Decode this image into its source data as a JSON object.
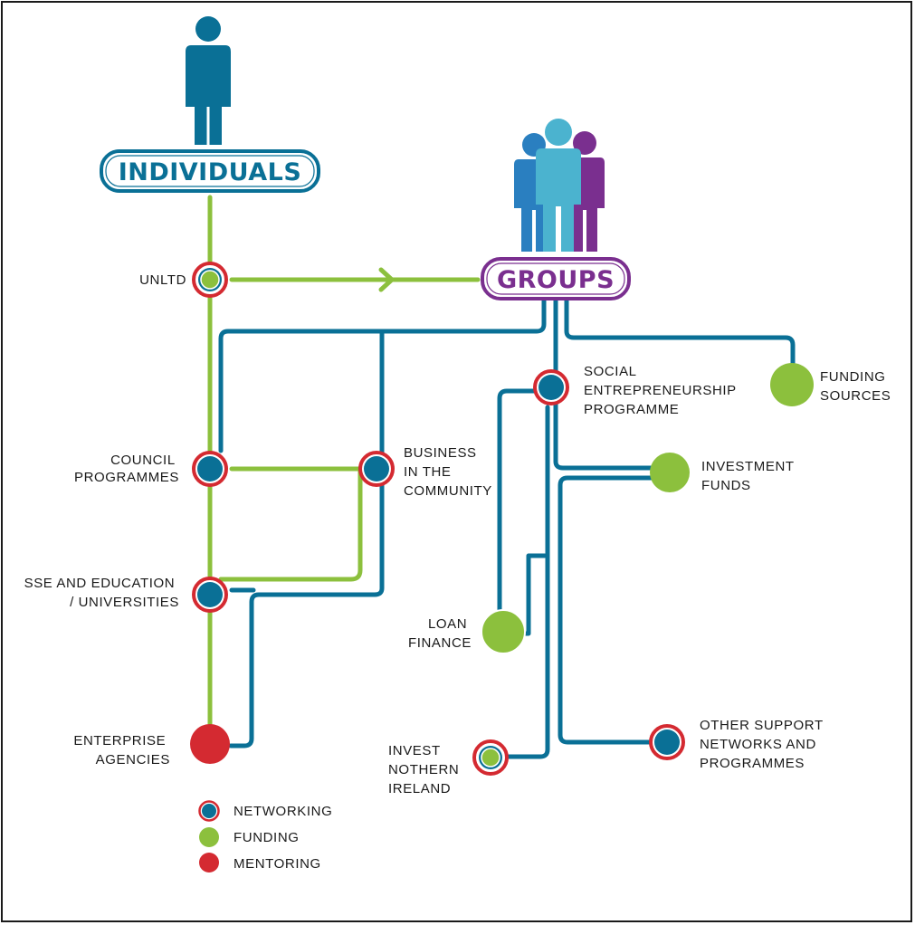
{
  "colors": {
    "networking": "#0a7096",
    "funding": "#8cc03d",
    "mentoring": "#d42a31",
    "individuals": "#0a7096",
    "groups": "#7a2f8f",
    "person_light": "#4bb3cf",
    "person_mid": "#2a7fc0"
  },
  "diagram": {
    "individuals_title": "INDIVIDUALS",
    "groups_title": "GROUPS",
    "nodes": {
      "unltd": {
        "lines": [
          "UNLTD"
        ],
        "types": [
          "mentoring",
          "networking",
          "funding"
        ]
      },
      "council": {
        "lines": [
          "COUNCIL",
          "PROGRAMMES"
        ],
        "types": [
          "mentoring",
          "networking"
        ]
      },
      "bitc": {
        "lines": [
          "BUSINESS",
          "IN THE",
          "COMMUNITY"
        ],
        "types": [
          "mentoring",
          "networking"
        ]
      },
      "sse": {
        "lines": [
          "SSE AND EDUCATION",
          "/ UNIVERSITIES"
        ],
        "types": [
          "mentoring",
          "networking"
        ]
      },
      "enterprise": {
        "lines": [
          "ENTERPRISE",
          "AGENCIES"
        ],
        "types": [
          "mentoring"
        ]
      },
      "social": {
        "lines": [
          "SOCIAL",
          "ENTREPRENEURSHIP",
          "PROGRAMME"
        ],
        "types": [
          "mentoring",
          "networking"
        ]
      },
      "funding_sources": {
        "lines": [
          "FUNDING",
          "SOURCES"
        ],
        "types": [
          "funding"
        ]
      },
      "investment": {
        "lines": [
          "INVESTMENT",
          "FUNDS"
        ],
        "types": [
          "funding"
        ]
      },
      "loan": {
        "lines": [
          "LOAN",
          "FINANCE"
        ],
        "types": [
          "funding"
        ]
      },
      "invest_ni": {
        "lines": [
          "INVEST",
          "NOTHERN",
          "IRELAND"
        ],
        "types": [
          "mentoring",
          "networking",
          "funding"
        ]
      },
      "other": {
        "lines": [
          "OTHER SUPPORT",
          "NETWORKS AND",
          "PROGRAMMES"
        ],
        "types": [
          "mentoring",
          "networking"
        ]
      }
    }
  },
  "legend": {
    "items": [
      {
        "label": "NETWORKING",
        "type": "networking"
      },
      {
        "label": "FUNDING",
        "type": "funding"
      },
      {
        "label": "MENTORING",
        "type": "mentoring"
      }
    ]
  }
}
